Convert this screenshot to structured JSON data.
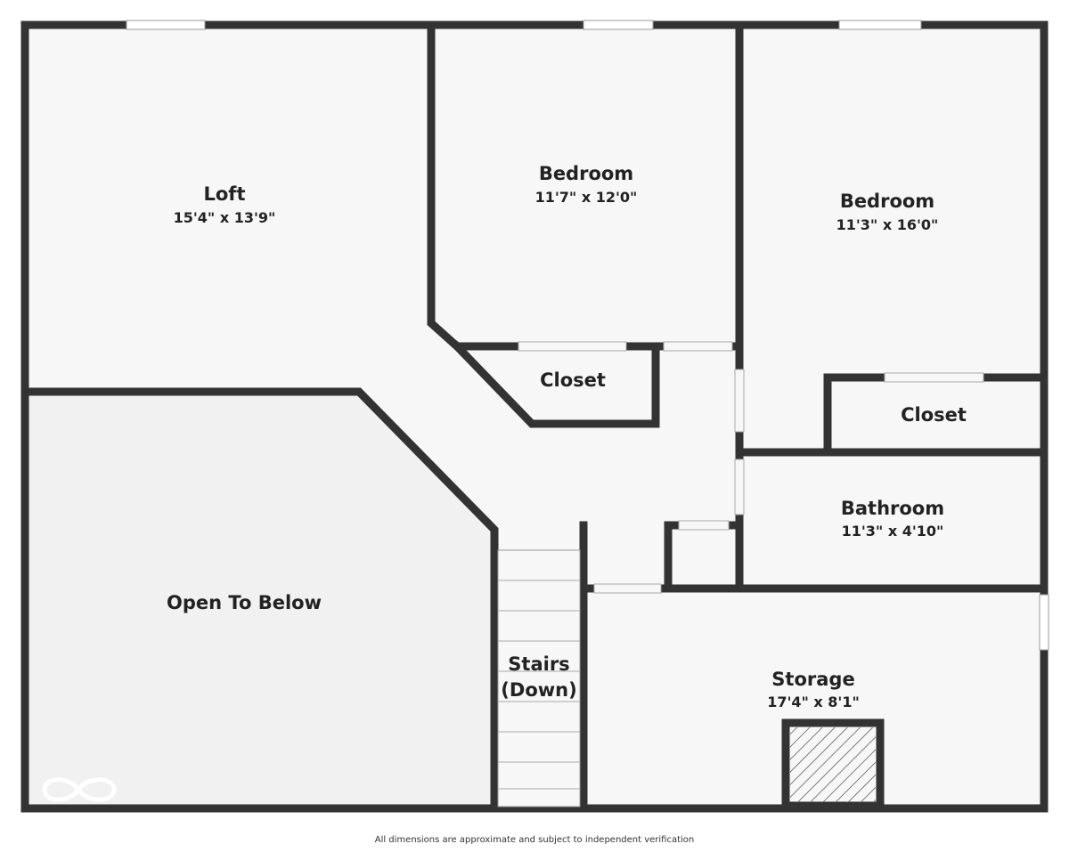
{
  "colors": {
    "wall": "#333333",
    "floor": "#f7f7f7",
    "open_area": "#f1f1f1",
    "window": "#ffffff",
    "hatch": "#555555"
  },
  "rooms": {
    "loft": {
      "name": "Loft",
      "dims": "15'4\" x 13'9\""
    },
    "bedroom_1": {
      "name": "Bedroom",
      "dims": "11'7\" x 12'0\""
    },
    "bedroom_2": {
      "name": "Bedroom",
      "dims": "11'3\" x 16'0\""
    },
    "closet_1": {
      "name": "Closet"
    },
    "closet_2": {
      "name": "Closet"
    },
    "bathroom": {
      "name": "Bathroom",
      "dims": "11'3\" x 4'10\""
    },
    "open_to_below": {
      "name": "Open To Below"
    },
    "stairs": {
      "line1": "Stairs",
      "line2": "(Down)"
    },
    "storage": {
      "name": "Storage",
      "dims": "17'4\" x 8'1\""
    }
  },
  "logo_icon": "infinity-logo-icon",
  "disclaimer": "All dimensions are approximate and subject to independent verification"
}
